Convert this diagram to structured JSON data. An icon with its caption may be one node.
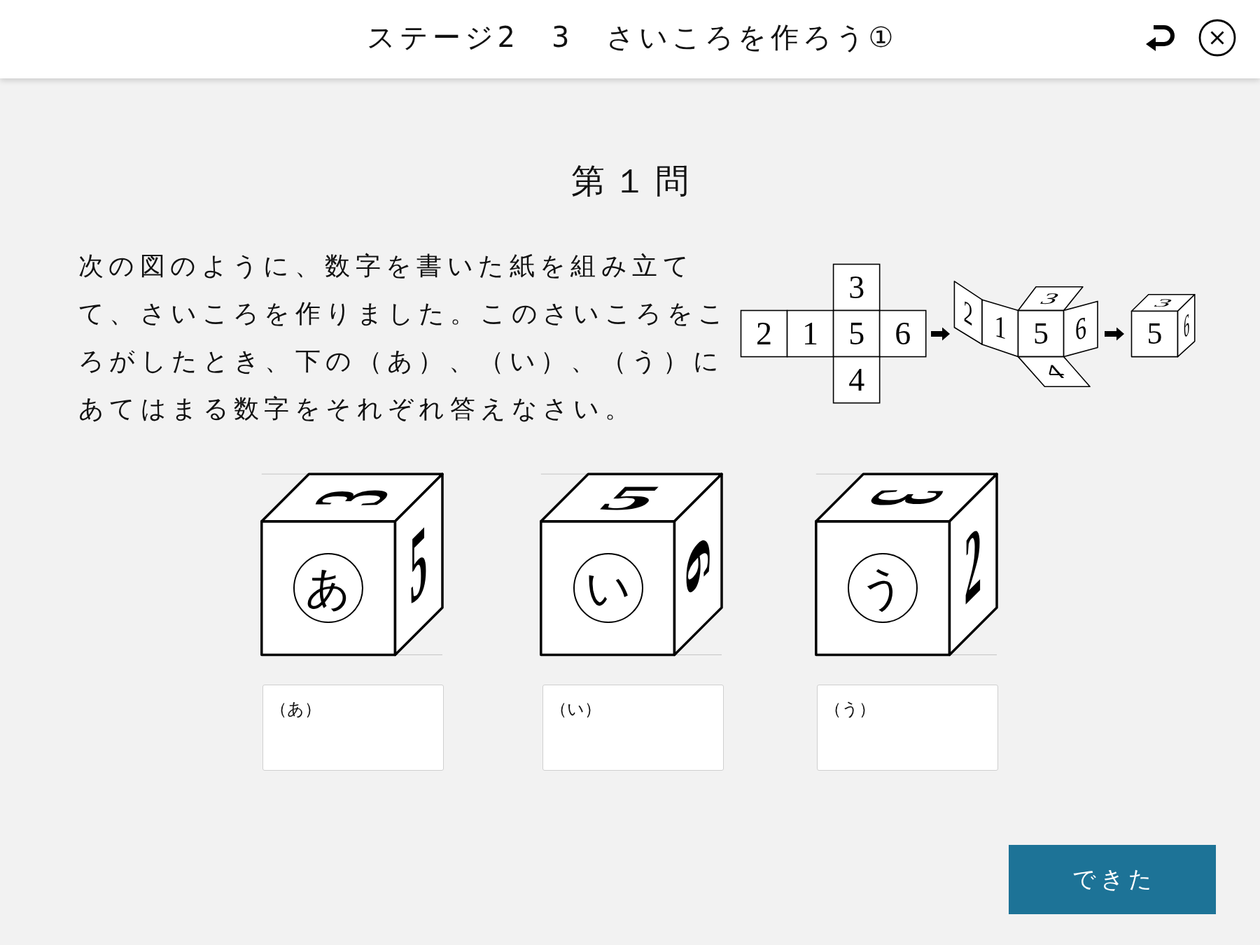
{
  "diagram": {
    "title": "ステージ2　3　さいころを作ろう①",
    "nodes": [
      {
        "text": [
          "3",
          "2",
          "1",
          "5",
          "6",
          "4"
        ]
      },
      {
        "text": [
          "2",
          "1",
          "3",
          "5",
          "6",
          "4"
        ]
      },
      {
        "text": [
          "3",
          "5",
          "6"
        ]
      },
      {
        "text": [
          "3",
          "あ",
          "5"
        ]
      },
      {
        "text": [
          "5",
          "い",
          "6"
        ]
      },
      {
        "text": [
          "3",
          "う",
          "2"
        ]
      },
      {
        "text": [
          "（あ）"
        ]
      },
      {
        "text": [
          "（い）"
        ]
      },
      {
        "text": [
          "（う）"
        ]
      },
      {
        "text": [
          "できた"
        ]
      }
    ],
    "edges": [
      {
        "from": 0,
        "to": 1,
        "arrow": "to"
      },
      {
        "from": 1,
        "to": 2,
        "arrow": "to"
      }
    ],
    "labels": [
      "第１問",
      "次の図のように、数字を書いた紙を組み立てて、さいころを作りました。このさいころをころがしたとき、下の（あ）、（い）、（う）にあてはまる数字をそれぞれ答えなさい。"
    ]
  }
}
